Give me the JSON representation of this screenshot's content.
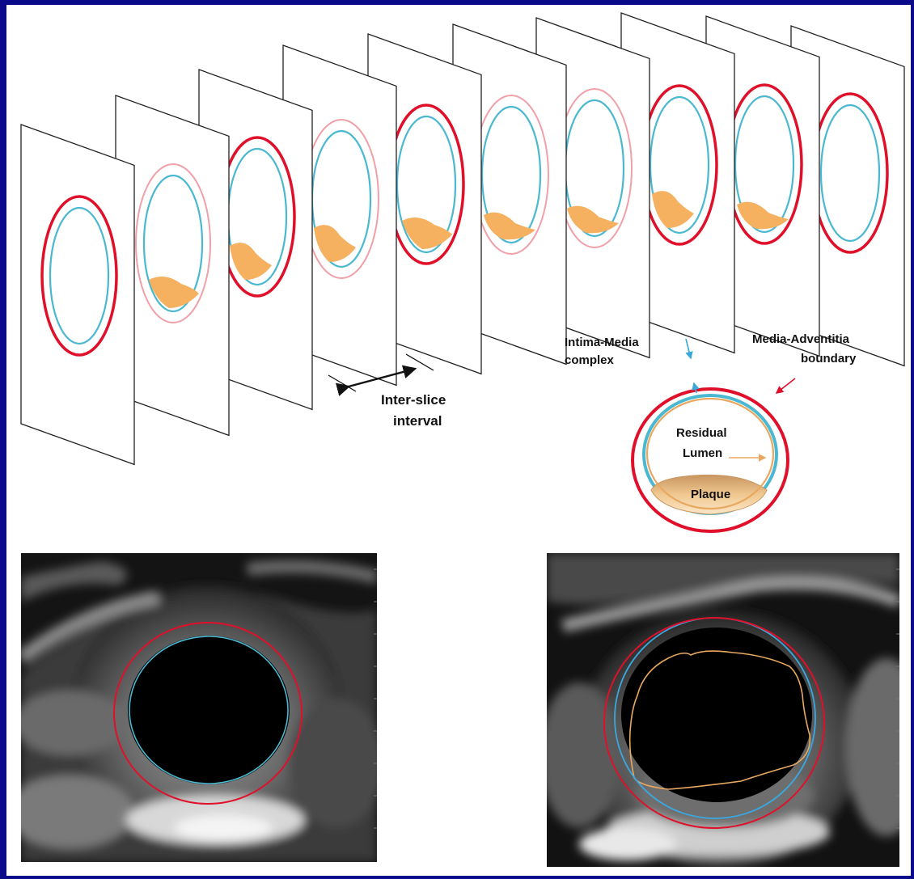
{
  "labels": {
    "inter_slice_1": "Inter-slice",
    "inter_slice_2": "interval",
    "intima_1": "Intima-Media",
    "intima_2": "complex",
    "media_1": "Media-Adventitia",
    "media_2": "boundary",
    "residual_1": "Residual",
    "residual_2": "Lumen",
    "plaque": "Plaque"
  },
  "colors": {
    "frame": "#0a0a8a",
    "media_adventitia": "#e0102a",
    "lumen_intima": "#4ab8d0",
    "plaque_fill": "#f5b060",
    "residual_lumen": "#e8a860",
    "plane_edge": "#222222"
  },
  "icons": {
    "double_arrow": "double-headed-arrow",
    "pointer_arrow": "arrow"
  }
}
